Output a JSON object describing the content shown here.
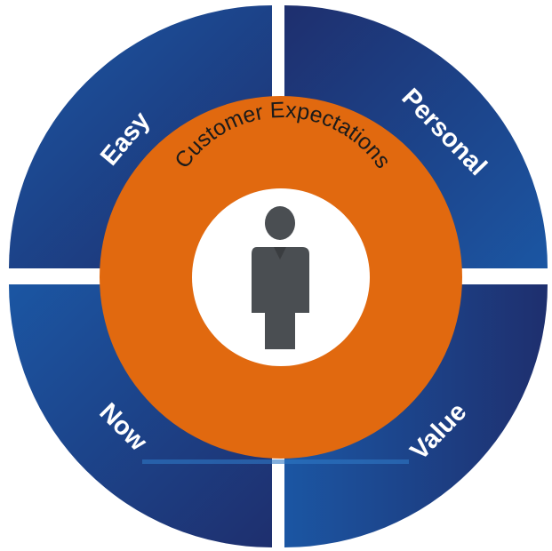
{
  "diagram": {
    "center_title": "Customer Expectations",
    "center_icon": "person-icon",
    "quadrants": [
      {
        "id": "easy",
        "label": "Easy"
      },
      {
        "id": "personal",
        "label": "Personal"
      },
      {
        "id": "now",
        "label": "Now"
      },
      {
        "id": "value",
        "label": "Value"
      }
    ],
    "colors": {
      "quadrant_dark": "#1e2f6e",
      "quadrant_light": "#1b56a3",
      "ring": "#e1690f",
      "center": "#ffffff",
      "icon": "#4a4e52",
      "label_text": "#ffffff",
      "ring_text": "#1a1a1a"
    }
  }
}
